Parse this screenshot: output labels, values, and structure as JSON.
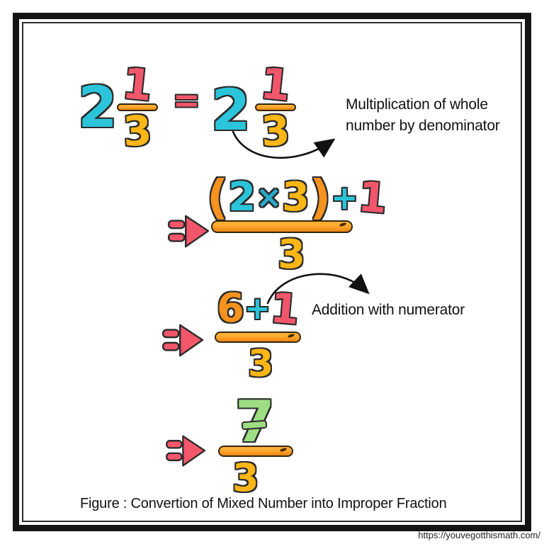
{
  "colors": {
    "cyan": "#2bc4da",
    "red": "#f2566b",
    "orange": "#f6921e",
    "yellow": "#fcb615",
    "teal": "#2aa9c8",
    "green": "#9edd84",
    "fraction_bar_top": "#ffae33",
    "fraction_bar_bottom": "#ee8412",
    "ink": "#141414"
  },
  "top_equation": {
    "left": {
      "whole": "2",
      "numerator": "1",
      "denominator": "3"
    },
    "equals": "=",
    "right": {
      "whole": "2",
      "numerator": "1",
      "denominator": "3"
    }
  },
  "annotation_multiplication": "Multiplication of whole number by denominator",
  "annotation_addition": "Addition with numerator",
  "step1": {
    "lparen": "(",
    "whole": "2",
    "times": "×",
    "denominator_factor": "3",
    "rparen": ")",
    "plus": "+",
    "numerator_addend": "1",
    "denominator": "3"
  },
  "step2": {
    "product": "6",
    "plus": "+",
    "addend": "1",
    "denominator": "3"
  },
  "step3": {
    "numerator": "7",
    "denominator": "3"
  },
  "caption": "Figure : Convertion of Mixed Number into Improper Fraction",
  "site_url": "https://youvegotthismath.com/"
}
